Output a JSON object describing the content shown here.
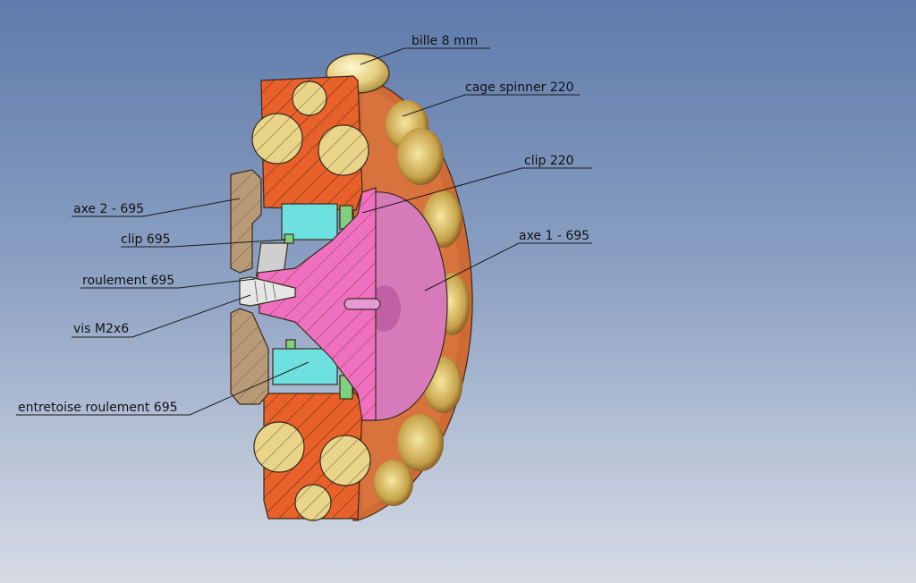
{
  "labels": {
    "bille": "bille 8 mm",
    "cage": "cage spinner 220",
    "clip220": "clip 220",
    "axe1": "axe 1 - 695",
    "axe2": "axe 2 - 695",
    "clip695": "clip 695",
    "roulement": "roulement 695",
    "vis": "vis M2x6",
    "entretoise": "entretoise roulement 695"
  },
  "colors": {
    "cage": "#e8612a",
    "cage_face": "#c9652f",
    "ball": "#e9d58a",
    "axe1": "#e07fc0",
    "axe1_section": "#f070c0",
    "axe2": "#b89a76",
    "bearing": "#6fe0e0",
    "clip": "#7fd07f",
    "screw": "#dcdcdc"
  }
}
